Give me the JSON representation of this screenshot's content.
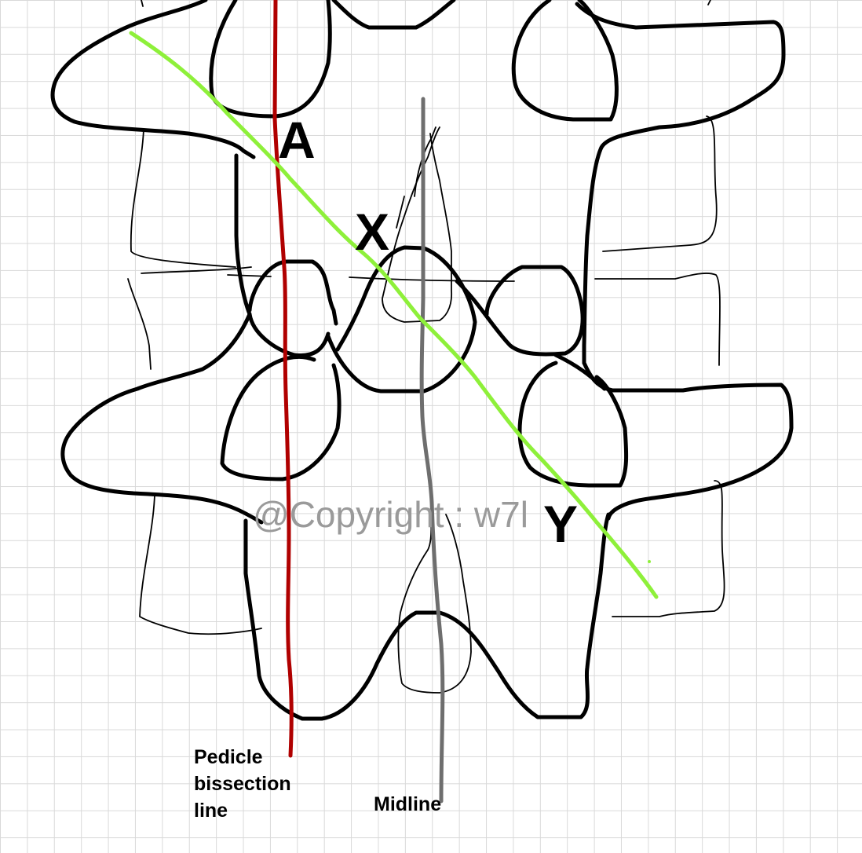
{
  "labels": {
    "point_a": "A",
    "point_x": "X",
    "point_y": "Y",
    "pedicle_line": [
      "Pedicle",
      "bissection",
      "line"
    ],
    "midline": "Midline"
  },
  "watermark": "@Copyright : w7l",
  "colors": {
    "pedicle_line": "#b00000",
    "midline": "#6e6e6e",
    "diagonal_line": "#8ef03a",
    "outline": "#000000",
    "grid": "#d9d9d9"
  }
}
